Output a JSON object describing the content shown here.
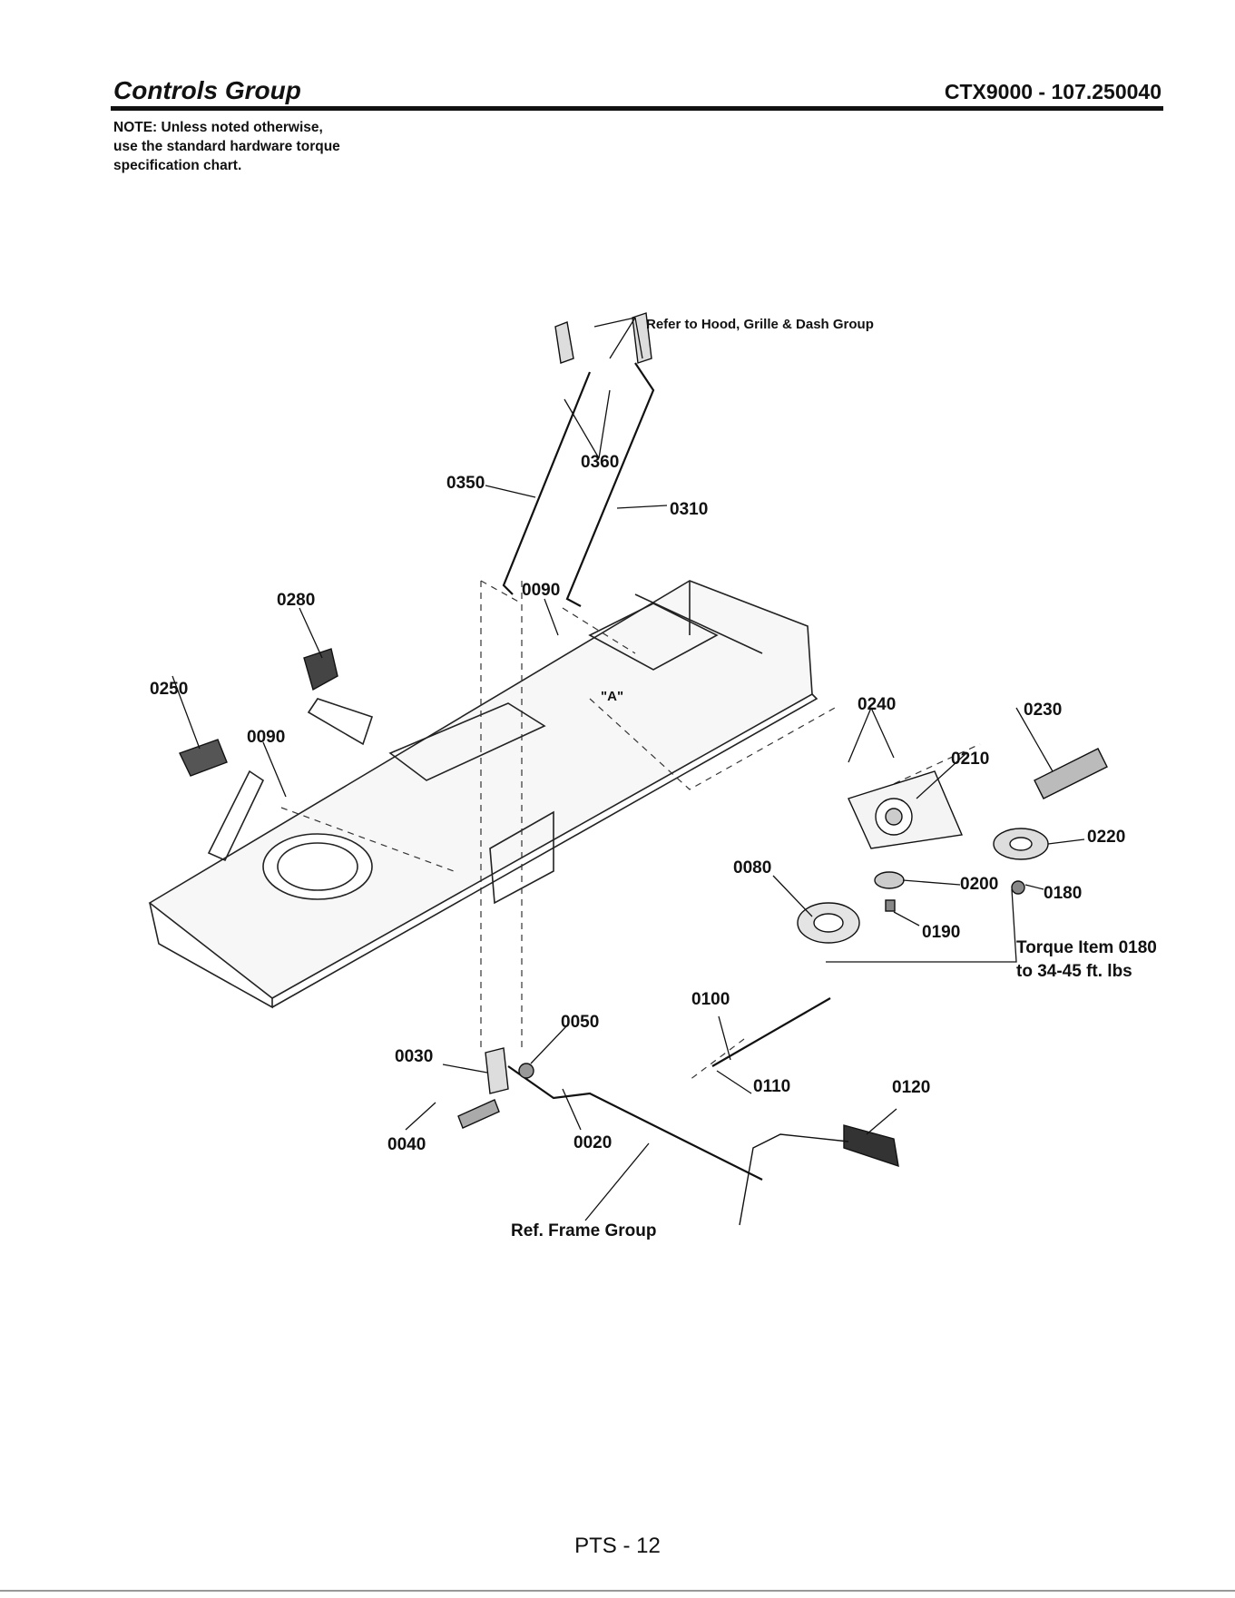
{
  "header": {
    "title": "Controls Group",
    "model": "CTX9000 - 107.250040"
  },
  "note": {
    "line1": "NOTE: Unless noted otherwise,",
    "line2": "use the standard hardware torque",
    "line3": "specification chart."
  },
  "callouts": {
    "refer_hood": "Refer to Hood, Grille & Dash Group",
    "p0360": "0360",
    "p0350": "0350",
    "p0310": "0310",
    "p0090_top": "0090",
    "p0280": "0280",
    "p0250": "0250",
    "p0090_left": "0090",
    "p0240": "0240",
    "p0230": "0230",
    "p0210": "0210",
    "p0220": "0220",
    "p0080": "0080",
    "p0200": "0200",
    "p0180": "0180",
    "p0190": "0190",
    "torque_line1": "Torque Item 0180",
    "torque_line2": "to 34-45 ft. lbs",
    "p0100": "0100",
    "p0050": "0050",
    "p0030": "0030",
    "p0110": "0110",
    "p0120": "0120",
    "p0040": "0040",
    "p0020": "0020",
    "ref_frame": "Ref. Frame Group",
    "detail_a": "\"A\""
  },
  "footer": {
    "page": "PTS - 12"
  }
}
